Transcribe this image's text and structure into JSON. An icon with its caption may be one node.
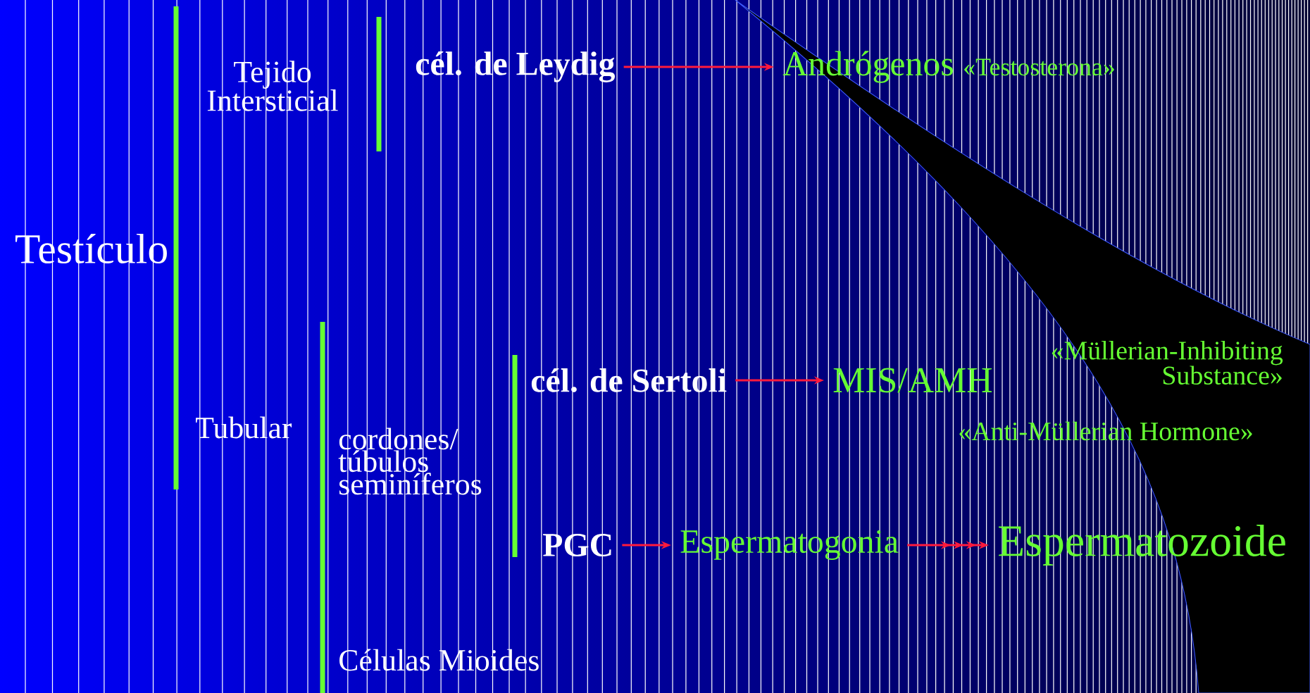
{
  "diagram": {
    "nodes": [
      {
        "text": [
          "cél. de Leydig"
        ]
      },
      {
        "text": [
          "Andrógenos",
          "«Testosterona»"
        ]
      },
      {
        "text": [
          "cél. de Sertoli"
        ]
      },
      {
        "text": [
          "MIS/AMH"
        ]
      },
      {
        "text": [
          "PGC"
        ]
      },
      {
        "text": [
          "Espermatogonia"
        ]
      },
      {
        "text": [
          "Espermatozoide"
        ]
      }
    ],
    "edges": [
      {
        "from": 0,
        "to": 1,
        "arrow": "to"
      },
      {
        "from": 2,
        "to": 3,
        "arrow": "to"
      },
      {
        "from": 4,
        "to": 5,
        "arrow": "to"
      },
      {
        "from": 5,
        "to": 6,
        "arrow": "to"
      }
    ],
    "labels": [
      "Tejido Intersticial",
      "Testículo",
      "«Müllerian-Inhibiting Substance»",
      "Tubular",
      "cordones/ túbulos seminíferos",
      "«Anti-Müllerian Hormone»",
      "Células Mioides"
    ]
  }
}
